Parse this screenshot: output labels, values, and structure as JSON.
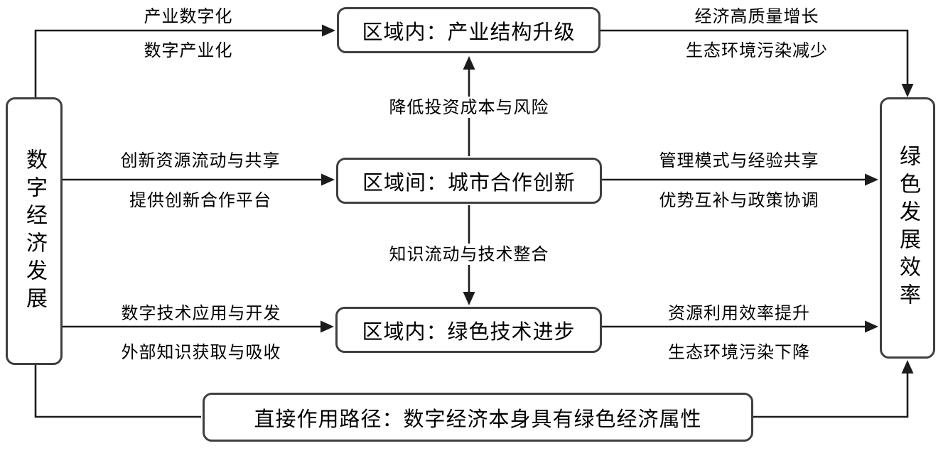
{
  "diagram": {
    "source_box": {
      "text": "数字经济发展"
    },
    "target_box": {
      "text": "绿色发展效率"
    },
    "path_boxes": {
      "industry": "区域内：产业结构升级",
      "cooperation": "区域间：城市合作创新",
      "technology": "区域内：绿色技术进步",
      "direct": "直接作用路径：数字经济本身具有绿色经济属性"
    },
    "edge_labels": {
      "to_industry_1": "产业数字化",
      "to_industry_2": "数字产业化",
      "industry_to_target_1": "经济高质量增长",
      "industry_to_target_2": "生态环境污染减少",
      "to_cooperation_1": "创新资源流动与共享",
      "to_cooperation_2": "提供创新合作平台",
      "cooperation_to_target_1": "管理模式与经验共享",
      "cooperation_to_target_2": "优势互补与政策协调",
      "cooperation_to_industry": "降低投资成本与风险",
      "cooperation_to_technology": "知识流动与技术整合",
      "to_technology_1": "数字技术应用与开发",
      "to_technology_2": "外部知识获取与吸收",
      "technology_to_target_1": "资源利用效率提升",
      "technology_to_target_2": "生态环境污染下降"
    },
    "colors": {
      "line": "#1c1c1c",
      "box_border": "#3f3f3f",
      "text": "#000000",
      "background": "#ffffff"
    }
  }
}
